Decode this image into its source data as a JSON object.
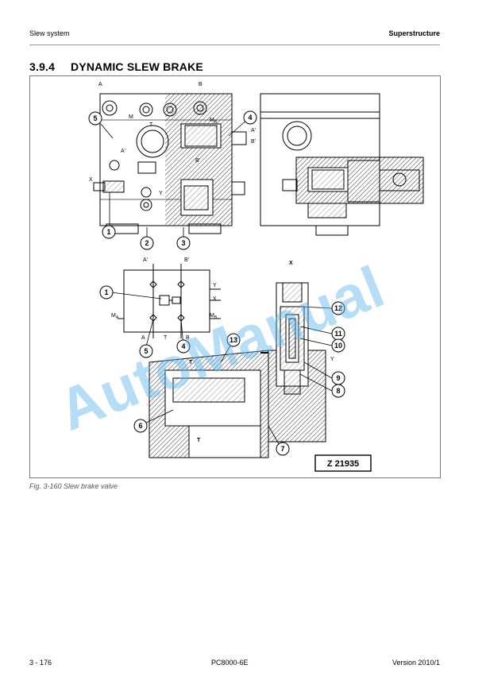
{
  "header": {
    "left": "Slew system",
    "right": "Superstructure"
  },
  "section": {
    "number": "3.9.4",
    "title": "DYNAMIC SLEW BRAKE"
  },
  "figure": {
    "port_labels": {
      "A": "A",
      "B": "B",
      "M": "M",
      "T": "T",
      "Ma": "M",
      "Ma_sub": "B",
      "A_prime": "A'",
      "B_prime": "B'",
      "X": "X",
      "Y": "Y",
      "A_side": "A'",
      "B_side": "B'",
      "sch_A_prime": "A'",
      "sch_B_prime": "B'",
      "sch_Y": "Y",
      "sch_X": "X",
      "sch_MA": "M",
      "sch_MA_sub": "A",
      "sch_MB": "M",
      "sch_MB_sub": "B",
      "sch_A": "A",
      "sch_T": "T",
      "sch_B": "B",
      "sec_X": "X",
      "sec_Y": "Y",
      "sec_T1": "T",
      "sec_T2": "T"
    },
    "callouts": [
      "1",
      "2",
      "3",
      "4",
      "5",
      "1",
      "5",
      "4",
      "13",
      "12",
      "11",
      "10",
      "9",
      "8",
      "6",
      "7"
    ],
    "code": "Z 21935"
  },
  "caption": "Fig. 3-160 Slew brake valve",
  "watermark": "AutoManual",
  "footer": {
    "left": "3 - 176",
    "center": "PC8000-6E",
    "right": "Version 2010/1"
  }
}
